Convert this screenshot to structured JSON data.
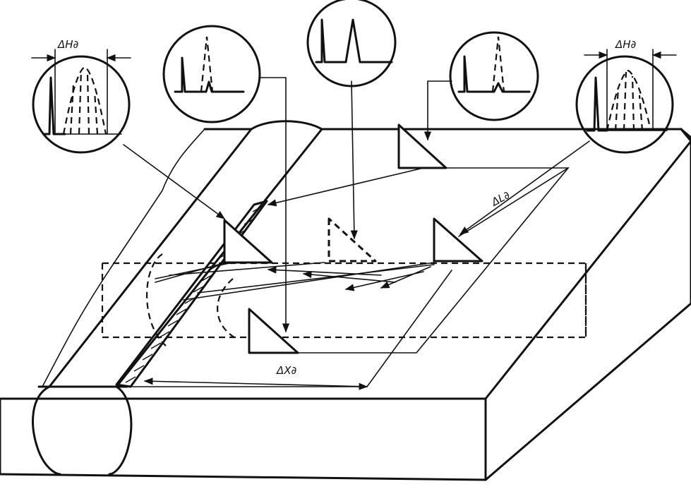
{
  "labels": {
    "amplitude_left": "ΔH∂",
    "amplitude_right": "ΔH∂",
    "length": "ΔL∂",
    "width": "ΔX∂"
  },
  "colors": {
    "ink": "#111111",
    "background": "#ffffff"
  }
}
